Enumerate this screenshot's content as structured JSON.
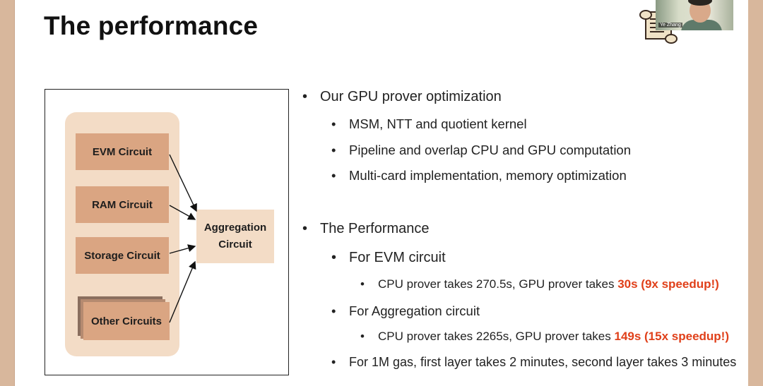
{
  "slide": {
    "title": "The performance",
    "logo_partial_text": "scroll"
  },
  "video": {
    "name_label": "Ye Zhang"
  },
  "diagram": {
    "circuits": [
      "EVM Circuit",
      "RAM Circuit",
      "Storage Circuit",
      "Other Circuits"
    ],
    "aggregation": [
      "Aggregation",
      "Circuit"
    ]
  },
  "bullets": {
    "gpu_heading": "Our GPU prover optimization",
    "gpu_items": [
      "MSM, NTT and quotient kernel",
      "Pipeline and overlap CPU and GPU computation",
      "Multi-card implementation, memory optimization"
    ],
    "perf_heading": "The Performance",
    "evm_heading": "For EVM circuit",
    "evm_detail_prefix": "CPU prover takes 270.5s, GPU prover takes ",
    "evm_detail_highlight": "30s (9x speedup!)",
    "agg_heading": "For Aggregation circuit",
    "agg_detail_prefix": "CPU prover takes 2265s, GPU prover takes ",
    "agg_detail_highlight": "149s (15x speedup!)",
    "gas_item": "For 1M gas, first layer takes 2 minutes, second layer takes 3 minutes"
  },
  "colors": {
    "highlight": "#e0401a",
    "box": "#daa582",
    "group_bg": "#f3dcc6",
    "frame": "#d8b79c"
  }
}
